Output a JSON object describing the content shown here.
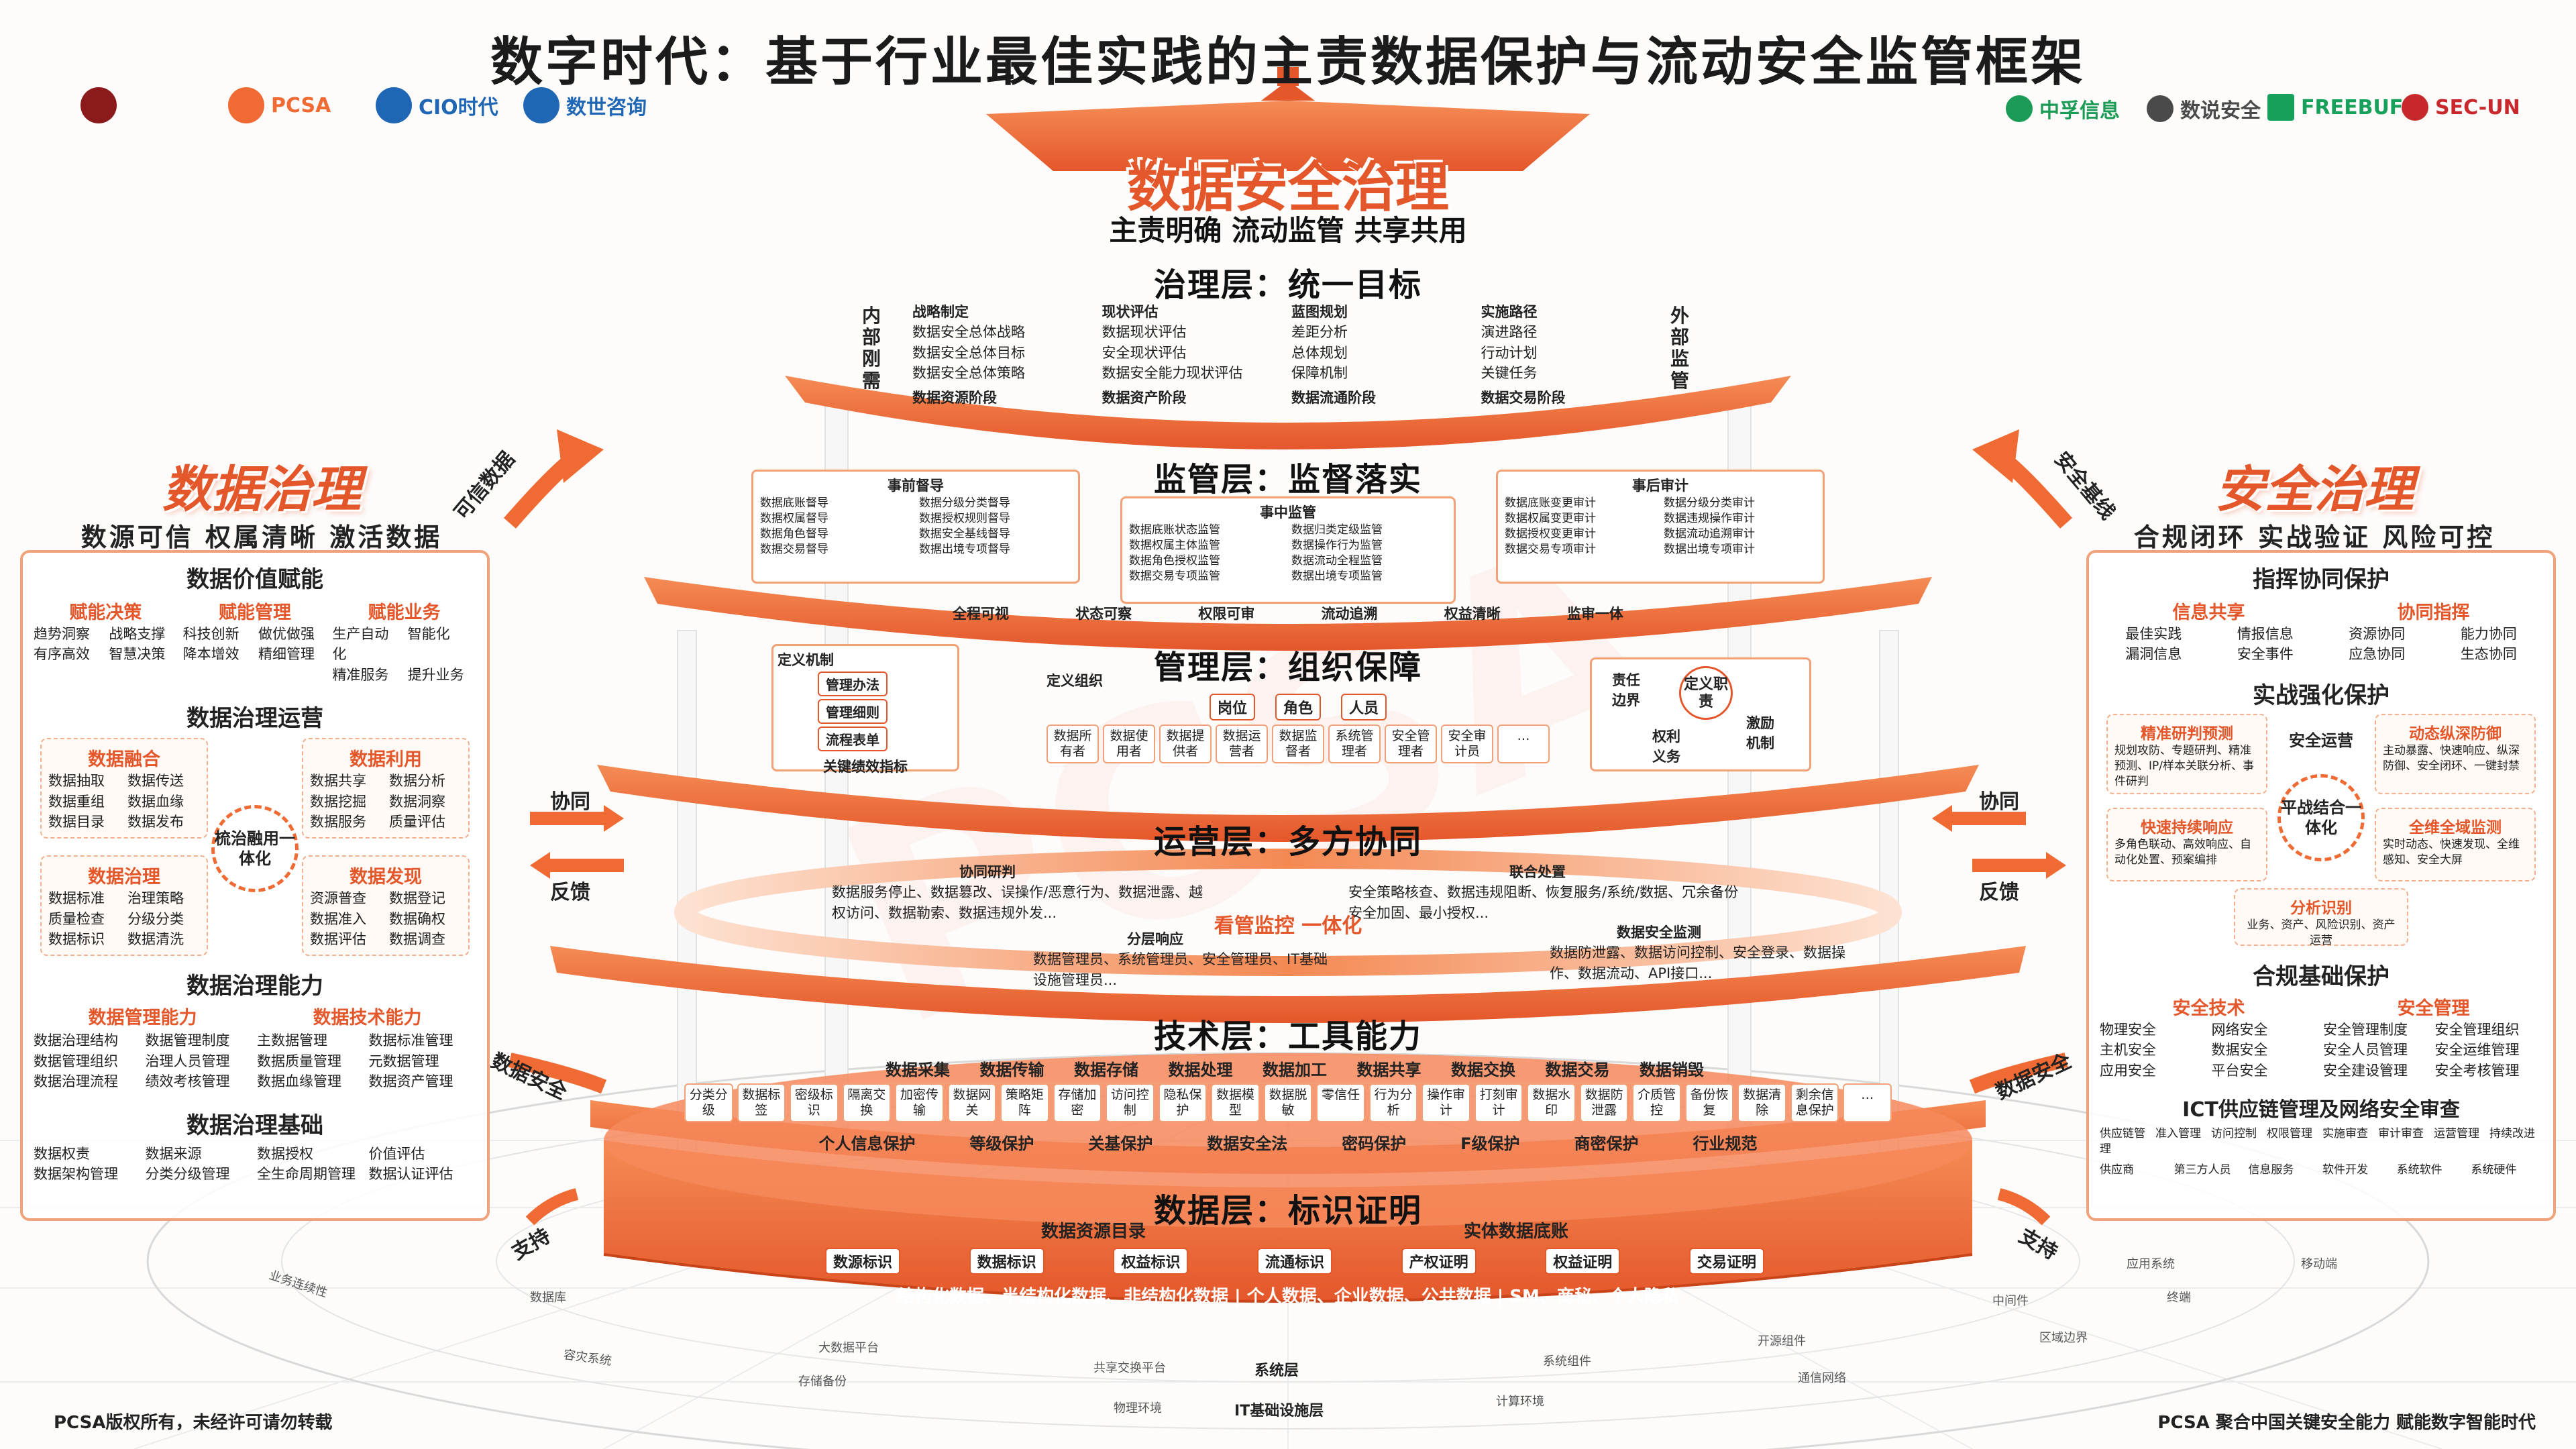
{
  "header": {
    "title": "数字时代：基于行业最佳实践的主责数据保护与流动安全监管框架",
    "logos_left": [
      "PCSA",
      "CIO时代",
      "数世咨询"
    ],
    "logos_right": [
      "中孚信息",
      "数说安全",
      "FREEBUF",
      "SEC-UN"
    ]
  },
  "top": {
    "title": "数据安全治理",
    "subtitle": "主责明确  流动监管  共享共用",
    "left_tag": "内部刚需",
    "right_tag": "外部监管"
  },
  "governance_layer": {
    "title": "治理层：统一目标",
    "columns": [
      {
        "head": "战略制定",
        "items": [
          "数据安全总体战略",
          "数据安全总体目标",
          "数据安全总体策略"
        ],
        "footer": "数据资源阶段"
      },
      {
        "head": "现状评估",
        "items": [
          "数据现状评估",
          "安全现状评估",
          "数据安全能力现状评估"
        ],
        "footer": "数据资产阶段"
      },
      {
        "head": "蓝图规划",
        "items": [
          "差距分析",
          "总体规划",
          "保障机制"
        ],
        "footer": "数据流通阶段"
      },
      {
        "head": "实施路径",
        "items": [
          "演进路径",
          "行动计划",
          "关键任务"
        ],
        "footer": "数据交易阶段"
      }
    ]
  },
  "supervision_layer": {
    "title": "监管层：监督落实",
    "pre": {
      "head": "事前督导",
      "items": [
        "数据底账督导",
        "数据分级分类督导",
        "数据权属督导",
        "数据授权规则督导",
        "数据角色督导",
        "数据安全基线督导",
        "数据交易督导",
        "数据出境专项督导"
      ]
    },
    "mid": {
      "head": "事中监管",
      "items": [
        "数据底账状态监管",
        "数据归类定级监管",
        "数据权属主体监管",
        "数据操作行为监管",
        "数据角色授权监管",
        "数据流动全程监管",
        "数据交易专项监管",
        "数据出境专项监管"
      ]
    },
    "post": {
      "head": "事后审计",
      "items": [
        "数据底账变更审计",
        "数据分级分类审计",
        "数据权属变更审计",
        "数据违规操作审计",
        "数据授权变更审计",
        "数据流动追溯审计",
        "数据交易专项审计",
        "数据出境专项审计"
      ]
    },
    "bar": [
      "全程可视",
      "状态可察",
      "权限可审",
      "流动追溯",
      "权益清晰",
      "监审一体"
    ]
  },
  "management_layer": {
    "title": "管理层：组织保障",
    "mechanism": {
      "head": "定义机制",
      "items": [
        "管理办法",
        "管理细则",
        "流程表单"
      ],
      "footer": "关键绩效指标"
    },
    "org": {
      "head": "定义组织",
      "chips": [
        "岗位",
        "角色",
        "人员"
      ],
      "roles": [
        "数据所有者",
        "数据使用者",
        "数据提供者",
        "数据运营者",
        "数据监督者",
        "系统管理者",
        "安全管理者",
        "安全审计员",
        "…"
      ]
    },
    "duty": {
      "center": "定义职责",
      "items": [
        "责任边界",
        "权利义务",
        "激励机制"
      ]
    }
  },
  "operation_layer": {
    "title": "运营层：多方协同",
    "research": {
      "head": "协同研判",
      "text": "数据服务停止、数据篡改、误操作/恶意行为、数据泄露、越权访问、数据勒索、数据违规外发..."
    },
    "joint": {
      "head": "联合处置",
      "text": "安全策略核查、数据违规阻断、恢复服务/系统/数据、冗余备份安全加固、最小授权..."
    },
    "center": "看管监控  一体化",
    "response": {
      "head": "分层响应",
      "text": "数据管理员、系统管理员、安全管理员、IT基础设施管理员..."
    },
    "monitor": {
      "head": "数据安全监测",
      "text": "数据防泄露、数据访问控制、安全登录、数据操作、数据流动、API接口..."
    }
  },
  "tech_layer": {
    "title": "技术层：工具能力",
    "bar": [
      "数据采集",
      "数据传输",
      "数据存储",
      "数据处理",
      "数据加工",
      "数据共享",
      "数据交换",
      "数据交易",
      "数据销毁"
    ],
    "cells": [
      "分类分级",
      "数据标签",
      "密级标识",
      "隔离交换",
      "加密传输",
      "数据网关",
      "策略矩阵",
      "存储加密",
      "访问控制",
      "隐私保护",
      "数据模型",
      "数据脱敏",
      "零信任",
      "行为分析",
      "操作审计",
      "打刻审计",
      "数据水印",
      "数据防泄露",
      "介质管控",
      "备份恢复",
      "数据清除",
      "剩余信息保护",
      "…"
    ],
    "laws": [
      "个人信息保护",
      "等级保护",
      "关基保护",
      "数据安全法",
      "密码保护",
      "F级保护",
      "商密保护",
      "行业规范"
    ]
  },
  "data_layer": {
    "title": "数据层：标识证明",
    "left_head": "数据资源目录",
    "right_head": "实体数据底账",
    "tags": [
      "数源标识",
      "数据标识",
      "权益标识",
      "流通标识",
      "产权证明",
      "权益证明",
      "交易证明"
    ],
    "line": "结构化数据、半结构化数据、非结构化数据  |  个人数据、企业数据、公共数据  |  SM、商秘、个人隐私"
  },
  "left_panel": {
    "title": "数据治理",
    "subtitle": "数源可信  权属清晰  激活数据",
    "value_head": "数据价值赋能",
    "value_cols": [
      {
        "head": "赋能决策",
        "items": [
          "趋势洞察",
          "战略支撑",
          "有序高效",
          "智慧决策"
        ]
      },
      {
        "head": "赋能管理",
        "items": [
          "科技创新",
          "做优做强",
          "降本增效",
          "精细管理"
        ]
      },
      {
        "head": "赋能业务",
        "items": [
          "生产自动化",
          "智能化",
          "精准服务",
          "提升业务"
        ]
      }
    ],
    "ops_head": "数据治理运营",
    "ops_center": "梳治融用一体化",
    "ops_boxes": [
      {
        "head": "数据融合",
        "items": [
          "数据抽取",
          "数据传送",
          "数据重组",
          "数据血缘",
          "数据目录",
          "数据发布"
        ]
      },
      {
        "head": "数据利用",
        "items": [
          "数据共享",
          "数据分析",
          "数据挖掘",
          "数据洞察",
          "数据服务",
          "质量评估"
        ]
      },
      {
        "head": "数据治理",
        "items": [
          "数据标准",
          "治理策略",
          "质量检查",
          "分级分类",
          "数据标识",
          "数据清洗"
        ]
      },
      {
        "head": "数据发现",
        "items": [
          "资源普查",
          "数据登记",
          "数据准入",
          "数据确权",
          "数据评估",
          "数据调查"
        ]
      }
    ],
    "cap_head": "数据治理能力",
    "cap_left_head": "数据管理能力",
    "cap_right_head": "数据技术能力",
    "cap_items": [
      "数据治理结构",
      "数据管理制度",
      "主数据管理",
      "数据标准管理",
      "数据管理组织",
      "治理人员管理",
      "数据质量管理",
      "元数据管理",
      "数据治理流程",
      "绩效考核管理",
      "数据血缘管理",
      "数据资产管理"
    ],
    "base_head": "数据治理基础",
    "base_items": [
      "数据权责",
      "数据来源",
      "数据授权",
      "价值评估",
      "数据架构管理",
      "分类分级管理",
      "全生命周期管理",
      "数据认证评估"
    ]
  },
  "right_panel": {
    "title": "安全治理",
    "subtitle": "合规闭环  实战验证  风险可控",
    "cmd_head": "指挥协同保护",
    "cmd_left_head": "信息共享",
    "cmd_right_head": "协同指挥",
    "cmd_items": [
      "最佳实践",
      "情报信息",
      "资源协同",
      "能力协同",
      "漏洞信息",
      "安全事件",
      "应急协同",
      "生态协同"
    ],
    "combat_head": "实战强化保护",
    "combat_center_top": "安全运营",
    "combat_center": "平战结合一体化",
    "combat_boxes": [
      {
        "head": "精准研判预测",
        "text": "规划攻防、专题研判、精准预测、IP/样本关联分析、事件研判"
      },
      {
        "head": "动态纵深防御",
        "text": "主动暴露、快速响应、纵深防御、安全闭环、一键封禁"
      },
      {
        "head": "快速持续响应",
        "text": "多角色联动、高效响应、自动化处置、预案编排"
      },
      {
        "head": "全维全域监测",
        "text": "实时动态、快速发现、全维感知、安全大屏"
      }
    ],
    "combat_bottom": "分析识别",
    "combat_bottom_text": "业务、资产、风险识别、资产运营",
    "base_head": "合规基础保护",
    "base_left_head": "安全技术",
    "base_right_head": "安全管理",
    "base_items": [
      "物理安全",
      "网络安全",
      "安全管理制度",
      "安全管理组织",
      "主机安全",
      "数据安全",
      "安全人员管理",
      "安全运维管理",
      "应用安全",
      "平台安全",
      "安全建设管理",
      "安全考核管理"
    ],
    "ict_head": "ICT供应链管理及网络安全审查",
    "ict_items": [
      "供应链管理",
      "准入管理",
      "访问控制",
      "权限管理",
      "实施审查",
      "审计审查",
      "运营管理",
      "持续改进",
      "供应商",
      "第三方人员",
      "信息服务",
      "软件开发",
      "系统软件",
      "系统硬件"
    ]
  },
  "arrows": {
    "left_top": "可信数据",
    "right_top": "安全基线",
    "left_mid_1": "协同",
    "left_mid_2": "反馈",
    "right_mid_1": "协同",
    "right_mid_2": "反馈",
    "left_low": "数据安全",
    "right_low": "数据安全",
    "left_support": "支持",
    "right_support": "支持"
  },
  "bottom_labels": [
    "业务连续性",
    "数据库",
    "容灾系统",
    "大数据平台",
    "存储备份",
    "共享交换平台",
    "系统层",
    "物理环境",
    "IT基础设施层",
    "计算环境",
    "系统组件",
    "开源组件",
    "通信网络",
    "区域边界",
    "中间件",
    "终端",
    "应用系统",
    "移动端"
  ],
  "footer": {
    "left": "PCSA版权所有，未经许可请勿转载",
    "right": "PCSA 聚合中国关键安全能力  赋能数字智能时代"
  },
  "colors": {
    "accent": "#e4572a",
    "accent_light": "#f2a176",
    "accent_soft": "#fdeee5"
  }
}
